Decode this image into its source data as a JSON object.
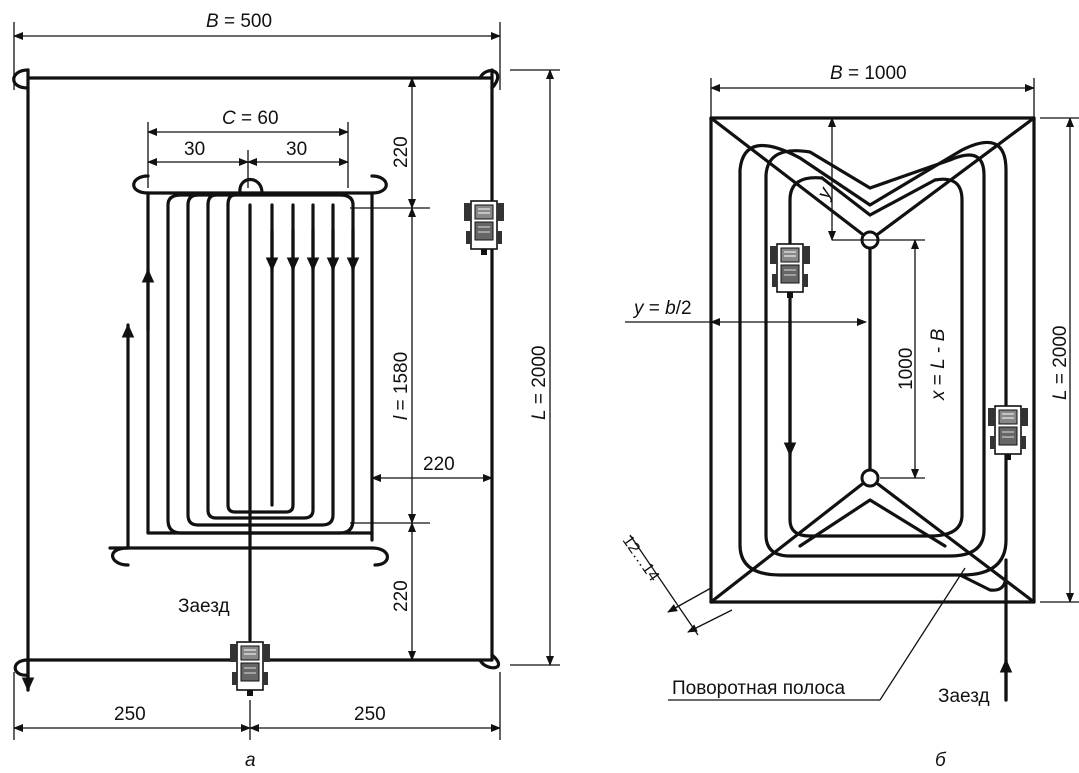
{
  "panel_a": {
    "caption": "а",
    "width_symbol": "B",
    "width_value": " = 500",
    "c_symbol": "C",
    "c_value": " = 60",
    "half_left": "30",
    "half_right": "30",
    "top_gap": "220",
    "l_symbol": "l",
    "l_value": " = 1580",
    "side_gap": "220",
    "bottom_gap": "220",
    "length_symbol": "L",
    "length_value": " = 2000",
    "entry_label": "Заезд",
    "left_offset": "250",
    "right_offset": "250"
  },
  "panel_b": {
    "caption": "б",
    "width_symbol": "B",
    "width_value": " = 1000",
    "y_label_1": "y",
    "y_label_2": " = ",
    "y_label_3": "b",
    "y_label_4": "/2",
    "x_label_1": "x",
    "x_label_2": " = ",
    "x_label_3": "L",
    "x_label_4": " - ",
    "x_label_5": "B",
    "inner_length": "1000",
    "length_symbol": "L",
    "length_value": " = 2000",
    "strip_width": "12…14",
    "turn_strip_label": "Поворотная полоса",
    "entry_label": "Заезд"
  }
}
